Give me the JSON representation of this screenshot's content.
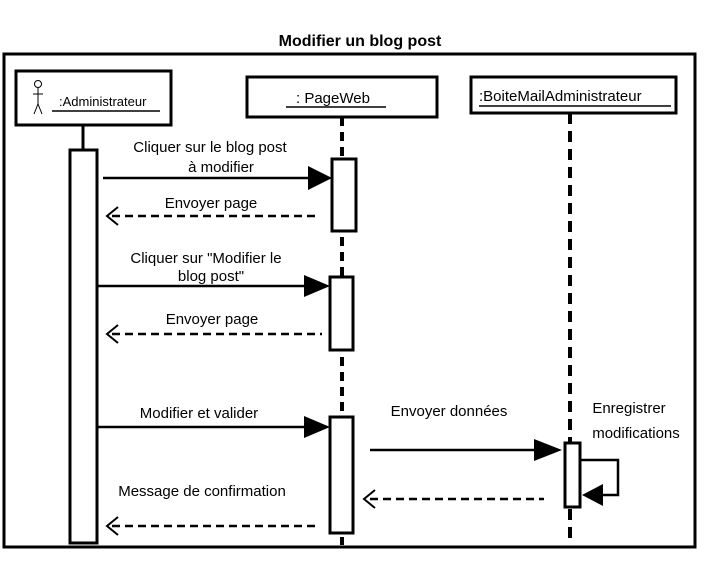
{
  "diagram": {
    "title": "Modifier un blog post",
    "participants": [
      {
        "id": "admin",
        "label": ":Administrateur",
        "kind": "actor"
      },
      {
        "id": "page",
        "label": ": PageWeb",
        "kind": "object"
      },
      {
        "id": "mail",
        "label": ":BoiteMailAdministrateur",
        "kind": "object"
      }
    ],
    "messages": [
      {
        "from": "admin",
        "to": "page",
        "type": "sync",
        "lines": [
          "Cliquer sur le blog post",
          "à modifier"
        ]
      },
      {
        "from": "page",
        "to": "admin",
        "type": "return",
        "lines": [
          "Envoyer page"
        ]
      },
      {
        "from": "admin",
        "to": "page",
        "type": "sync",
        "lines": [
          "Cliquer sur \"Modifier le",
          "blog post\""
        ]
      },
      {
        "from": "page",
        "to": "admin",
        "type": "return",
        "lines": [
          "Envoyer page"
        ]
      },
      {
        "from": "admin",
        "to": "page",
        "type": "sync",
        "lines": [
          "Modifier et valider"
        ]
      },
      {
        "from": "page",
        "to": "mail",
        "type": "sync",
        "lines": [
          "Envoyer données"
        ]
      },
      {
        "from": "mail",
        "to": "mail",
        "type": "self",
        "lines": [
          "Enregistrer",
          "modifications"
        ]
      },
      {
        "from": "mail",
        "to": "page",
        "type": "return",
        "lines": []
      },
      {
        "from": "page",
        "to": "admin",
        "type": "return",
        "lines": [
          "Message de confirmation"
        ]
      }
    ]
  }
}
